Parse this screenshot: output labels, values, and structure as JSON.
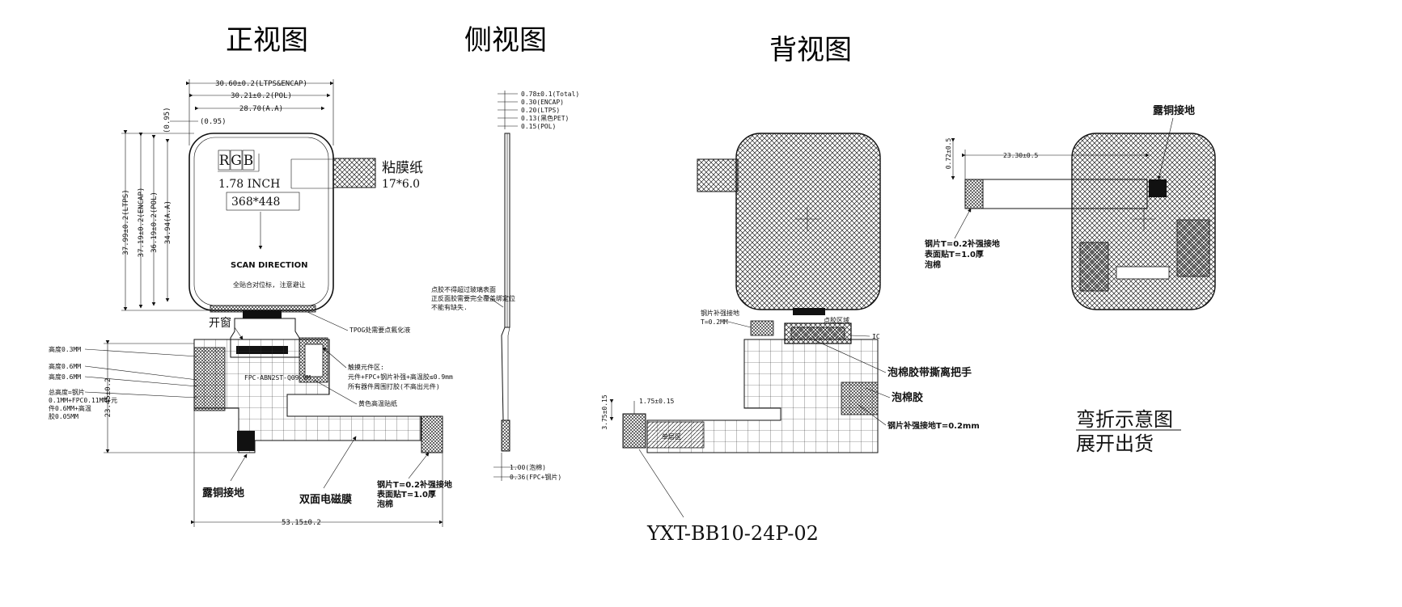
{
  "titles": {
    "front": "正视图",
    "side": "侧视图",
    "back": "背视图",
    "bend_line1": "弯折示意图",
    "bend_line2": "展开出货"
  },
  "front": {
    "dim_top1": "30.60±0.2(LTPS&ENCAP)",
    "dim_top2": "30.21±0.2(POL)",
    "dim_top3": "28.70(A.A)",
    "dim_095_h": "(0.95)",
    "dim_095_v": "(0.95)",
    "dim_v1": "37.99±0.2(LTPS)",
    "dim_v2": "37.19±0.2(ENCAP)",
    "dim_v3": "36.19±0.2(POL)",
    "dim_v4": "34.94(A.A)",
    "rgb": [
      "R",
      "G",
      "B"
    ],
    "size_text": "1.78 INCH",
    "resolution": "368*448",
    "scan": "SCAN DIRECTION",
    "note_fit": "全贴合对位标, 注意避让",
    "adhesive_title": "粘膜纸",
    "adhesive_size": "17*6.0",
    "window": "开窗",
    "tpog_note": "TPOG处需要点氟化液",
    "touch_area": "触摸元件区:",
    "touch_line2": "元件+FPC+钢片补强+高温胶≤0.9mm",
    "touch_line3": "所有器件周围打胶(不高出元件)",
    "yellow_tape": "黄色高温贴纸",
    "h1": "高度0.3MM",
    "h2": "高度0.6MM",
    "h3": "高度0.6MM",
    "total_h": [
      "总高度=钢片",
      "0.1MM+FPC0.11MM+元",
      "件0.6MM+高温",
      "胶0.05MM"
    ],
    "fpc_code": "FPC-ABN2ST-Q09-VM",
    "dim_2345": "23.45±0.2",
    "dim_5315": "53.15±0.2",
    "copper_ground": "露铜接地",
    "emi_film": "双面电磁膜",
    "steel_line1": "钢片T=0.2补强接地",
    "steel_line2": "表面贴T=1.0厚",
    "steel_line3": "泡棉"
  },
  "side": {
    "d1": "0.78±0.1(Total)",
    "d2": "0.30(ENCAP)",
    "d3": "0.20(LTPS)",
    "d4": "0.13(黑色PET)",
    "d5": "0.15(POL)",
    "note1": "点胶不得超过玻璃表面",
    "note2": "正反面胶需要完全覆盖绑定位",
    "note3": "不能有缺失.",
    "b1": "1.00(泡棉)",
    "b2": "0.36(FPC+钢片)"
  },
  "back": {
    "steel_ground": "钢片补强接地",
    "steel_t": "T=0.2MM",
    "dispense": "点胶区域",
    "ic": "IC",
    "foam_tape": "泡棉胶带撕离把手",
    "foam": "泡棉胶",
    "steel_ground2": "钢片补强接地T=0.2mm",
    "single_layer": "单层区",
    "dim_375": "3.75±0.15",
    "dim_175": "1.75±0.15",
    "part_no": "YXT-BB10-24P-02"
  },
  "bend": {
    "copper": "露铜接地",
    "dim_072": "0.72±0.5",
    "dim_2330": "23.30±0.5",
    "steel_line1": "钢片T=0.2补强接地",
    "steel_line2": "表面贴T=1.0厚",
    "steel_line3": "泡棉"
  }
}
